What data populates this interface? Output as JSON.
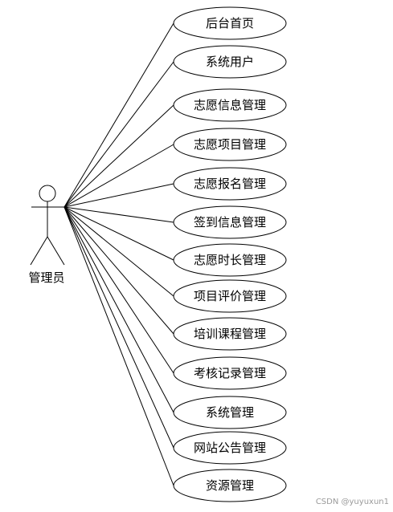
{
  "actor": {
    "label": "管理员"
  },
  "use_cases": [
    "后台首页",
    "系统用户",
    "志愿信息管理",
    "志愿项目管理",
    "志愿报名管理",
    "签到信息管理",
    "志愿时长管理",
    "项目评价管理",
    "培训课程管理",
    "考核记录管理",
    "系统管理",
    "网站公告管理",
    "资源管理"
  ],
  "watermark": "CSDN @yuyuxun1"
}
